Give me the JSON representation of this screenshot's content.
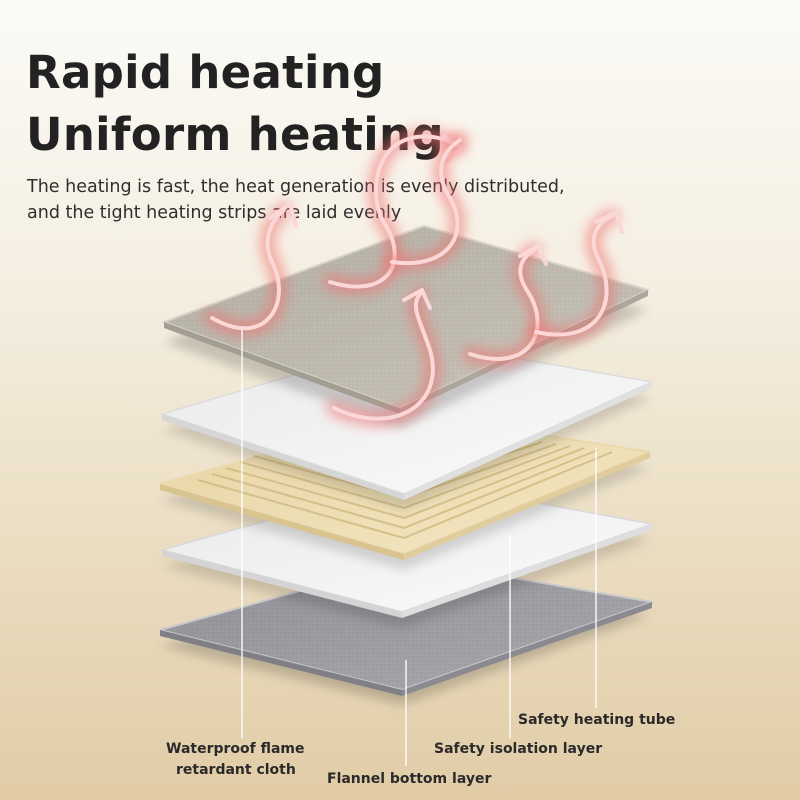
{
  "headline": {
    "line1": "Rapid heating",
    "line2": "Uniform heating"
  },
  "description": {
    "line1": "The heating is fast, the heat generation is evenly distributed,",
    "line2": "and the tight heating strips are laid evenly"
  },
  "layers": [
    {
      "name": "top-fabric-layer",
      "label": ""
    },
    {
      "name": "upper-isolation-layer",
      "label": ""
    },
    {
      "name": "heating-tube-layer",
      "label": "Safety heating tube"
    },
    {
      "name": "lower-isolation-layer",
      "label": "Safety isolation layer"
    },
    {
      "name": "flannel-bottom-layer",
      "label": "Flannel bottom layer"
    }
  ],
  "labels": {
    "heating_tube": "Safety heating tube",
    "isolation_layer": "Safety isolation layer",
    "waterproof_line1": "Waterproof flame",
    "waterproof_line2": "retardant cloth",
    "flannel_bottom": "Flannel bottom layer"
  },
  "colors": {
    "background_top": "#fbfaf6",
    "background_bottom": "#e1cca6",
    "top_fabric": "#bdb8ad",
    "isolation_white": "#f2f2f2",
    "heating_tube_layer": "#efe0b6",
    "flannel_gray": "#9d9da3",
    "heat_arrow_red": "#e23a3a",
    "text_dark": "#222222"
  },
  "icons": [
    "heat-wave-arrow-icon"
  ]
}
